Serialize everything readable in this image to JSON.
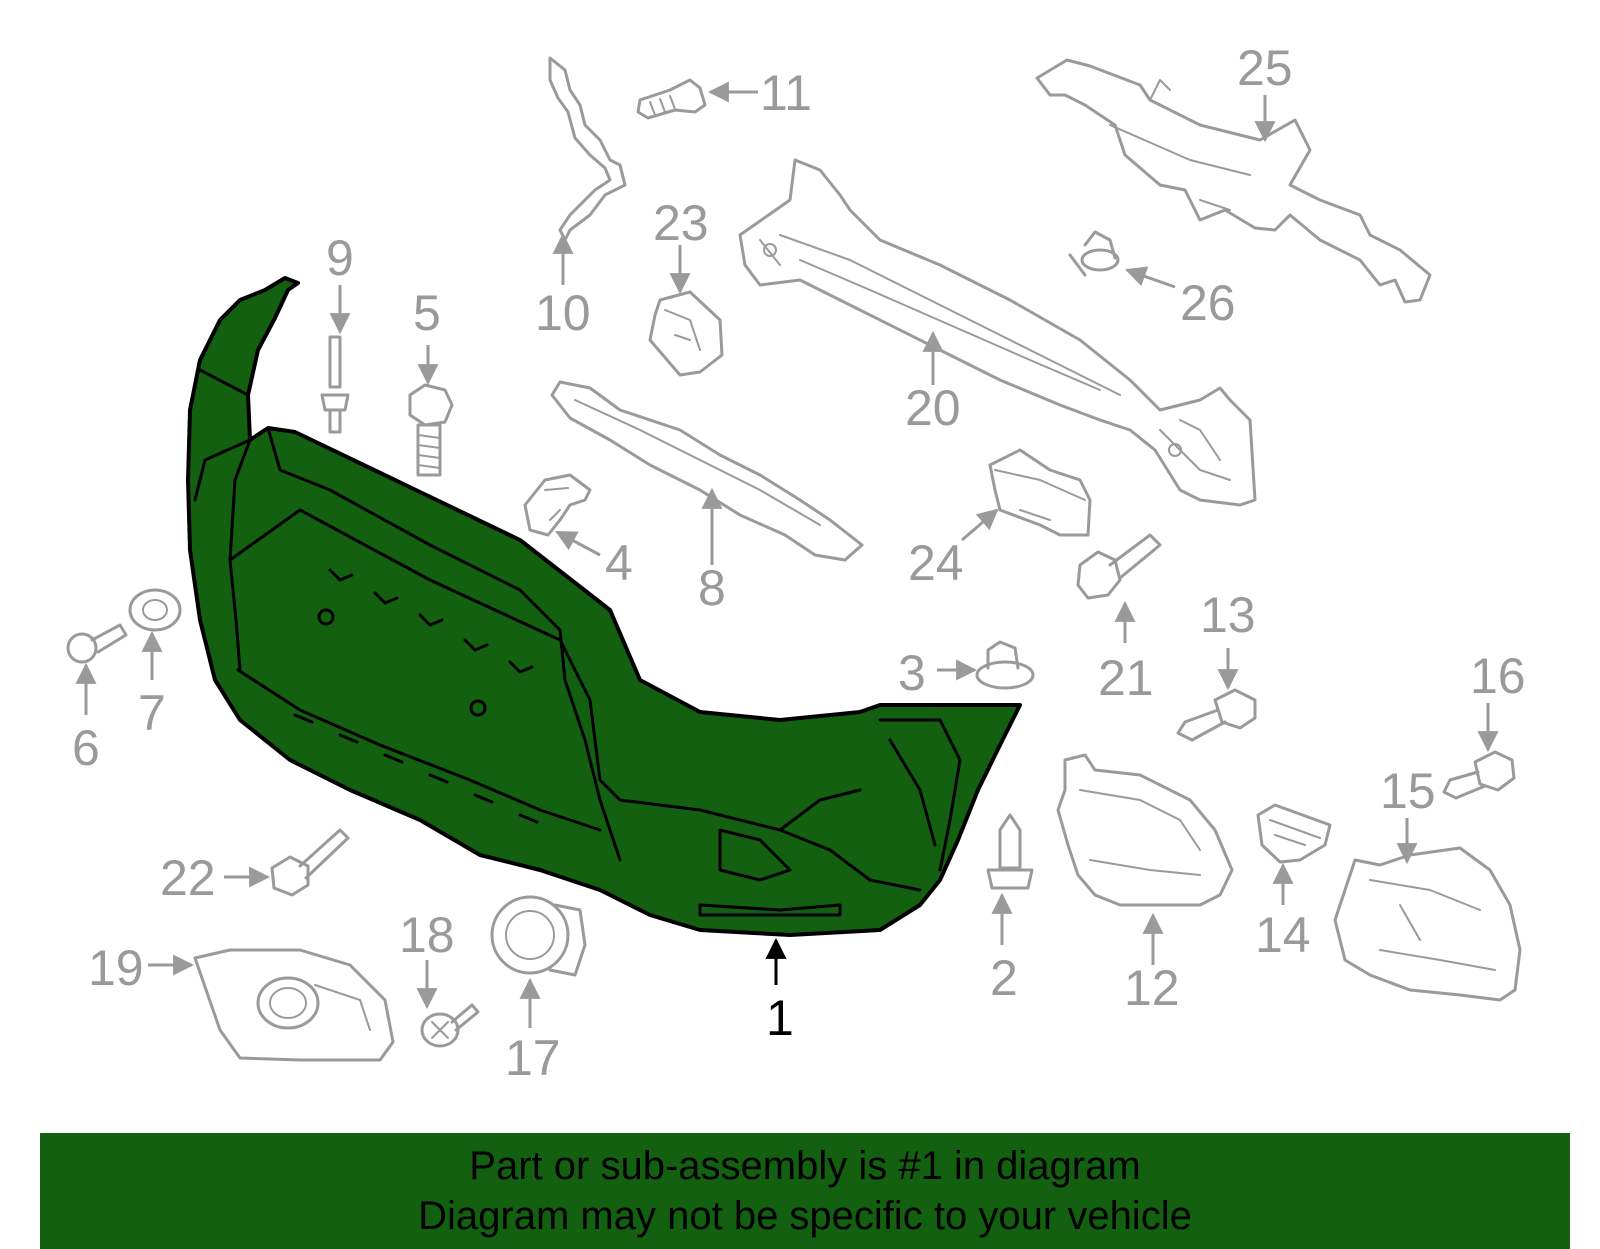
{
  "colors": {
    "highlight": "#126010",
    "part_outline": "#9a9a9a",
    "banner_text": "#000000"
  },
  "callouts": {
    "c1": "1",
    "c2": "2",
    "c3": "3",
    "c4": "4",
    "c5": "5",
    "c6": "6",
    "c7": "7",
    "c8": "8",
    "c9": "9",
    "c10": "10",
    "c11": "11",
    "c12": "12",
    "c13": "13",
    "c14": "14",
    "c15": "15",
    "c16": "16",
    "c17": "17",
    "c18": "18",
    "c19": "19",
    "c20": "20",
    "c21": "21",
    "c22": "22",
    "c23": "23",
    "c24": "24",
    "c25": "25",
    "c26": "26"
  },
  "highlighted_part": "1",
  "banner": {
    "line1": "Part or sub-assembly is #1 in diagram",
    "line2": "Diagram may not be specific to your vehicle"
  }
}
